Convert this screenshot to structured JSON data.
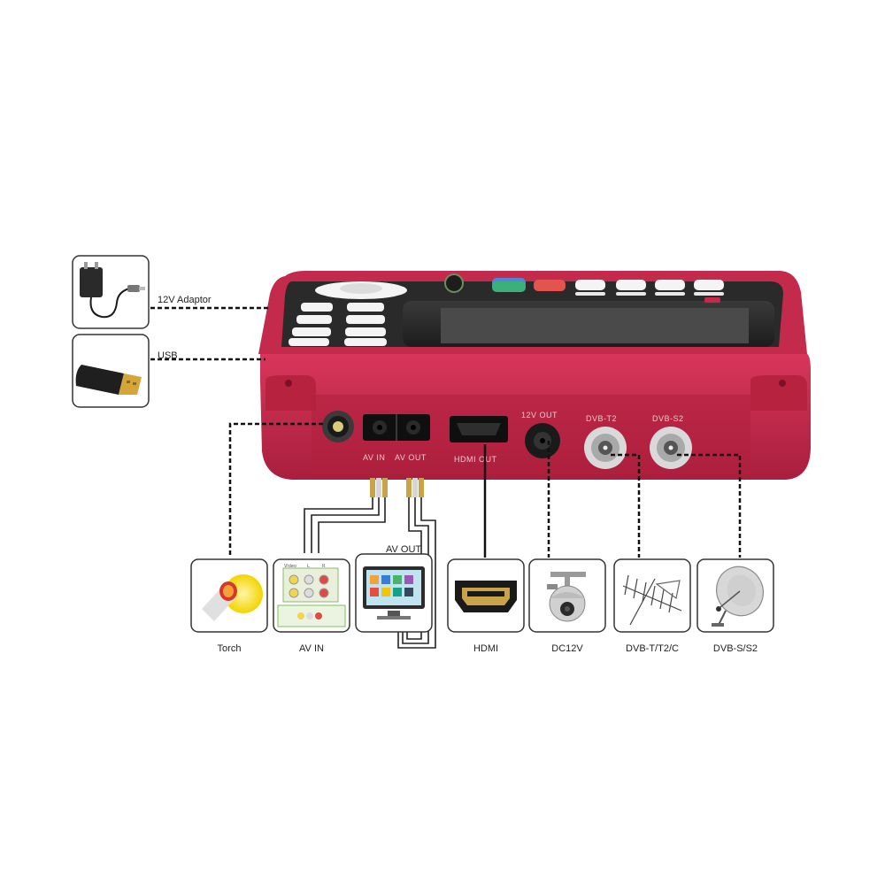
{
  "connectors": {
    "adaptor": "12V Adaptor",
    "usb": "USB"
  },
  "panel_ports": {
    "av_in": "AV IN",
    "av_out": "AV OUT",
    "hdmi_out": "HDMI OUT",
    "out_12v": "12V OUT",
    "dvb_t2": "DVB-T2",
    "dvb_s2": "DVB-S2"
  },
  "av_out_title": "AV  OUT",
  "av_in_panel": {
    "video": "Video",
    "l": "L",
    "r": "R"
  },
  "devices": [
    {
      "label": "Torch",
      "icon": "torch-icon"
    },
    {
      "label": "AV  IN",
      "icon": "av-in-panel-icon"
    },
    {
      "label": "",
      "icon": "monitor-icon"
    },
    {
      "label": "HDMI",
      "icon": "hdmi-connector-icon"
    },
    {
      "label": "DC12V",
      "icon": "security-camera-icon"
    },
    {
      "label": "DVB-T/T2/C",
      "icon": "terrestrial-antenna-icon"
    },
    {
      "label": "DVB-S/S2",
      "icon": "satellite-dish-icon"
    }
  ],
  "colors": {
    "device_body": "#c8294a",
    "device_dark": "#a11d3a",
    "keypad": "#2b2b2b",
    "key_green": "#3bb07a",
    "key_red": "#e2544d",
    "key_blue": "#4f86d9",
    "cable": "#111111"
  }
}
